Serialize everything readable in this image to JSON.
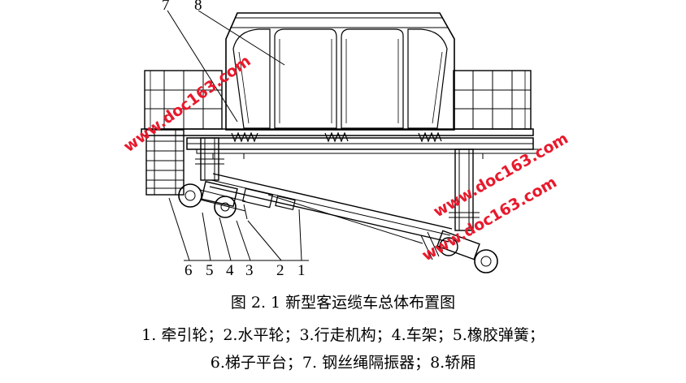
{
  "figure": {
    "caption_title": "图 2. 1 新型客运缆车总体布置图",
    "legend_line1": "1. 牵引轮；2.水平轮；3.行走机构；4.车架；5.橡胶弹簧；",
    "legend_line2": "6.梯子平台；7. 钢丝绳隔振器；8.轿厢",
    "callouts": {
      "c1": "1",
      "c2": "2",
      "c3": "3",
      "c4": "4",
      "c5": "5",
      "c6": "6",
      "c7": "7",
      "c8": "8"
    },
    "watermarks": [
      "www.doc163.com",
      "www.doc163.com",
      "www.doc163.com"
    ],
    "colors": {
      "line": "#000000",
      "watermark": "#e8192c",
      "background": "#ffffff"
    }
  }
}
